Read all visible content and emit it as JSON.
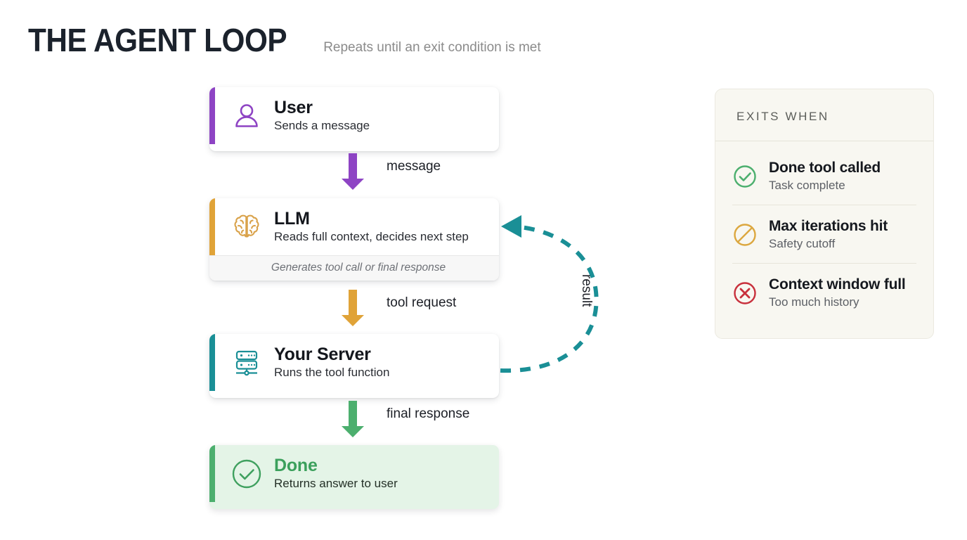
{
  "header": {
    "title": "THE AGENT LOOP",
    "subtitle": "Repeats until an exit condition is met"
  },
  "colors": {
    "purple": "#8e44c4",
    "orange": "#e0a338",
    "teal": "#1a8f96",
    "green": "#4caf6e",
    "red": "#c8303c",
    "panel_bg": "#f8f7f1",
    "done_bg": "#e4f4e7",
    "title_dark": "#1b222c"
  },
  "flow": {
    "nodes": [
      {
        "id": "user",
        "icon": "user-icon",
        "title": "User",
        "subtitle": "Sends a message",
        "accent": "#8e44c4",
        "footer": null
      },
      {
        "id": "llm",
        "icon": "brain-icon",
        "title": "LLM",
        "subtitle": "Reads full context, decides next step",
        "accent": "#e0a338",
        "footer": "Generates tool call or final response"
      },
      {
        "id": "server",
        "icon": "server-icon",
        "title": "Your Server",
        "subtitle": "Runs the tool function",
        "accent": "#1a8f96",
        "footer": null
      },
      {
        "id": "done",
        "icon": "check-circle-icon",
        "title": "Done",
        "subtitle": "Returns answer to user",
        "accent": "#4caf6e",
        "footer": null
      }
    ],
    "arrows": [
      {
        "id": "message",
        "label": "message",
        "color": "#8e44c4",
        "from": "user",
        "to": "llm"
      },
      {
        "id": "tool-request",
        "label": "tool request",
        "color": "#e0a338",
        "from": "llm",
        "to": "server"
      },
      {
        "id": "final-response",
        "label": "final response",
        "color": "#4caf6e",
        "from": "server",
        "to": "done"
      }
    ],
    "loop": {
      "id": "result",
      "label": "result",
      "color": "#1a8f96",
      "style": "dashed",
      "from": "server",
      "to": "llm"
    }
  },
  "exits": {
    "header": "EXITS WHEN",
    "items": [
      {
        "icon": "check-circle-icon",
        "icon_color": "#4caf6e",
        "title": "Done tool called",
        "subtitle": "Task complete"
      },
      {
        "icon": "slash-circle-icon",
        "icon_color": "#dca73f",
        "title": "Max iterations hit",
        "subtitle": "Safety cutoff"
      },
      {
        "icon": "x-circle-icon",
        "icon_color": "#c8303c",
        "title": "Context window full",
        "subtitle": "Too much history"
      }
    ]
  }
}
